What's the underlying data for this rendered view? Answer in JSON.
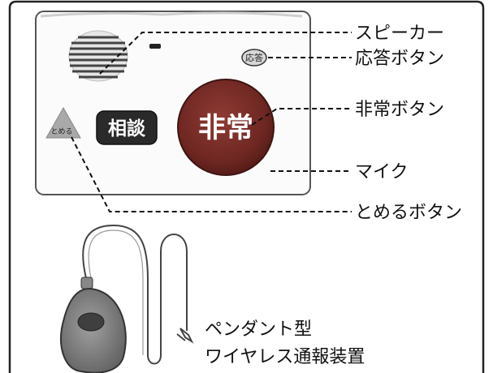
{
  "device": {
    "consult_button_label": "相談",
    "emergency_button_label": "非常",
    "answer_button_label": "応答",
    "stop_button_label": "とめる"
  },
  "callouts": {
    "speaker": "スピーカー",
    "answer_button": "応答ボタン",
    "emergency_button": "非常ボタン",
    "microphone": "マイク",
    "stop_button": "とめるボタン"
  },
  "pendant": {
    "caption_line1": "ペンダント型",
    "caption_line2": "ワイヤレス通報装置"
  }
}
